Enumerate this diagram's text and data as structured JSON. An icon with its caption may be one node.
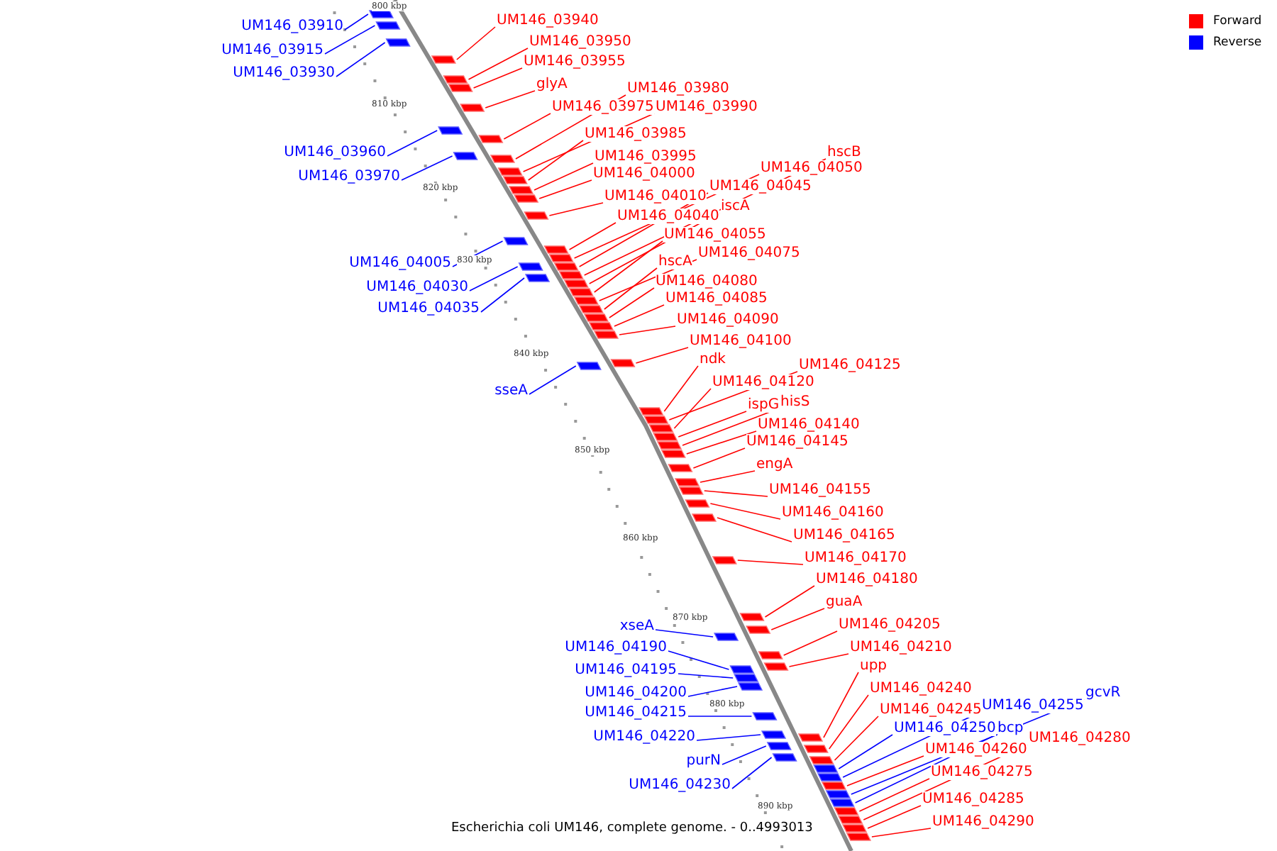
{
  "diagram": {
    "caption": "Escherichia coli UM146, complete genome. - 0..4993013",
    "nodes": [
      {
        "text": [
          "UM146_03940"
        ]
      },
      {
        "text": [
          "UM146_03950"
        ]
      },
      {
        "text": [
          "UM146_03955"
        ]
      },
      {
        "text": [
          "glyA"
        ]
      },
      {
        "text": [
          "UM146_03980"
        ]
      },
      {
        "text": [
          "UM146_03975"
        ]
      },
      {
        "text": [
          "UM146_03990"
        ]
      },
      {
        "text": [
          "UM146_03985"
        ]
      },
      {
        "text": [
          "UM146_03995"
        ]
      },
      {
        "text": [
          "UM146_04000"
        ]
      },
      {
        "text": [
          "UM146_04010"
        ]
      },
      {
        "text": [
          "UM146_04040"
        ]
      },
      {
        "text": [
          "UM146_04045"
        ]
      },
      {
        "text": [
          "hscB"
        ]
      },
      {
        "text": [
          "UM146_04050"
        ]
      },
      {
        "text": [
          "iscA"
        ]
      },
      {
        "text": [
          "UM146_04055"
        ]
      },
      {
        "text": [
          "UM146_04075"
        ]
      },
      {
        "text": [
          "hscA"
        ]
      },
      {
        "text": [
          "UM146_04080"
        ]
      },
      {
        "text": [
          "UM146_04085"
        ]
      },
      {
        "text": [
          "UM146_04090"
        ]
      },
      {
        "text": [
          "UM146_04100"
        ]
      },
      {
        "text": [
          "ndk"
        ]
      },
      {
        "text": [
          "UM146_04125"
        ]
      },
      {
        "text": [
          "UM146_04120"
        ]
      },
      {
        "text": [
          "ispG"
        ]
      },
      {
        "text": [
          "hisS"
        ]
      },
      {
        "text": [
          "UM146_04140"
        ]
      },
      {
        "text": [
          "UM146_04145"
        ]
      },
      {
        "text": [
          "engA"
        ]
      },
      {
        "text": [
          "UM146_04155"
        ]
      },
      {
        "text": [
          "UM146_04160"
        ]
      },
      {
        "text": [
          "UM146_04165"
        ]
      },
      {
        "text": [
          "UM146_04170"
        ]
      },
      {
        "text": [
          "UM146_04180"
        ]
      },
      {
        "text": [
          "guaA"
        ]
      },
      {
        "text": [
          "UM146_04205"
        ]
      },
      {
        "text": [
          "UM146_04210"
        ]
      },
      {
        "text": [
          "upp"
        ]
      },
      {
        "text": [
          "UM146_04240"
        ]
      },
      {
        "text": [
          "UM146_04245"
        ]
      },
      {
        "text": [
          "UM146_04260"
        ]
      },
      {
        "text": [
          "UM146_04275"
        ]
      },
      {
        "text": [
          "UM146_04280"
        ]
      },
      {
        "text": [
          "UM146_04285"
        ]
      },
      {
        "text": [
          "UM146_04290"
        ]
      },
      {
        "text": [
          "UM146_04255"
        ]
      },
      {
        "text": [
          "gcvR"
        ]
      },
      {
        "text": [
          "UM146_04250"
        ]
      },
      {
        "text": [
          "bcp"
        ]
      },
      {
        "text": [
          "UM146_03910"
        ]
      },
      {
        "text": [
          "UM146_03915"
        ]
      },
      {
        "text": [
          "UM146_03930"
        ]
      },
      {
        "text": [
          "UM146_03960"
        ]
      },
      {
        "text": [
          "UM146_03970"
        ]
      },
      {
        "text": [
          "UM146_04005"
        ]
      },
      {
        "text": [
          "UM146_04030"
        ]
      },
      {
        "text": [
          "UM146_04035"
        ]
      },
      {
        "text": [
          "sseA"
        ]
      },
      {
        "text": [
          "xseA"
        ]
      },
      {
        "text": [
          "UM146_04190"
        ]
      },
      {
        "text": [
          "UM146_04195"
        ]
      },
      {
        "text": [
          "UM146_04200"
        ]
      },
      {
        "text": [
          "UM146_04215"
        ]
      },
      {
        "text": [
          "UM146_04220"
        ]
      },
      {
        "text": [
          "purN"
        ]
      },
      {
        "text": [
          "UM146_04230"
        ]
      },
      {
        "text": [],
        "shape": "bar"
      },
      {
        "text": [],
        "shape": "bar"
      },
      {
        "text": [],
        "shape": "bar"
      },
      {
        "text": [],
        "shape": "bar"
      },
      {
        "text": [],
        "shape": "bar"
      },
      {
        "text": [],
        "shape": "bar"
      },
      {
        "text": [],
        "shape": "bar"
      },
      {
        "text": [],
        "shape": "bar"
      },
      {
        "text": [],
        "shape": "bar"
      },
      {
        "text": [],
        "shape": "bar"
      },
      {
        "text": [],
        "shape": "bar"
      },
      {
        "text": [],
        "shape": "bar"
      },
      {
        "text": [],
        "shape": "bar"
      },
      {
        "text": [],
        "shape": "bar"
      },
      {
        "text": [],
        "shape": "bar"
      },
      {
        "text": [],
        "shape": "bar"
      },
      {
        "text": [],
        "shape": "bar"
      },
      {
        "text": [],
        "shape": "bar"
      },
      {
        "text": [],
        "shape": "bar"
      },
      {
        "text": [],
        "shape": "bar"
      },
      {
        "text": [],
        "shape": "bar"
      },
      {
        "text": [],
        "shape": "bar"
      },
      {
        "text": [],
        "shape": "bar"
      },
      {
        "text": [],
        "shape": "bar"
      },
      {
        "text": [],
        "shape": "bar"
      },
      {
        "text": [],
        "shape": "bar"
      },
      {
        "text": [],
        "shape": "bar"
      },
      {
        "text": [],
        "shape": "bar"
      },
      {
        "text": [],
        "shape": "bar"
      },
      {
        "text": [],
        "shape": "bar"
      },
      {
        "text": [],
        "shape": "bar"
      },
      {
        "text": [],
        "shape": "bar"
      },
      {
        "text": [],
        "shape": "bar"
      },
      {
        "text": [],
        "shape": "bar"
      },
      {
        "text": [],
        "shape": "bar"
      },
      {
        "text": [],
        "shape": "bar"
      },
      {
        "text": [],
        "shape": "bar"
      },
      {
        "text": [],
        "shape": "bar"
      },
      {
        "text": [],
        "shape": "bar"
      },
      {
        "text": [],
        "shape": "bar"
      },
      {
        "text": [],
        "shape": "bar"
      },
      {
        "text": [],
        "shape": "bar"
      },
      {
        "text": [],
        "shape": "bar"
      },
      {
        "text": [],
        "shape": "bar"
      },
      {
        "text": [],
        "shape": "bar"
      },
      {
        "text": [],
        "shape": "bar"
      },
      {
        "text": [],
        "shape": "bar"
      },
      {
        "text": [],
        "shape": "bar"
      },
      {
        "text": [],
        "shape": "bar"
      },
      {
        "text": [],
        "shape": "bar"
      },
      {
        "text": [],
        "shape": "bar"
      },
      {
        "text": [],
        "shape": "bar"
      },
      {
        "text": [],
        "shape": "bar"
      },
      {
        "text": [],
        "shape": "bar"
      },
      {
        "text": [],
        "shape": "bar"
      },
      {
        "text": [],
        "shape": "bar"
      },
      {
        "text": [],
        "shape": "bar"
      },
      {
        "text": [],
        "shape": "bar"
      },
      {
        "text": [],
        "shape": "bar"
      },
      {
        "text": [],
        "shape": "bar"
      },
      {
        "text": [],
        "shape": "bar"
      },
      {
        "text": [],
        "shape": "bar"
      },
      {
        "text": [],
        "shape": "bar"
      },
      {
        "text": [],
        "shape": "bar"
      },
      {
        "text": [],
        "shape": "bar"
      },
      {
        "text": [],
        "shape": "bar"
      },
      {
        "text": [],
        "shape": "bar"
      },
      {
        "text": [],
        "shape": "bar"
      }
    ],
    "edges": [
      {
        "from": 0,
        "to": 68,
        "arrow": "none"
      },
      {
        "from": 1,
        "to": 69,
        "arrow": "none"
      },
      {
        "from": 2,
        "to": 70,
        "arrow": "none"
      },
      {
        "from": 3,
        "to": 71,
        "arrow": "none"
      },
      {
        "from": 4,
        "to": 72,
        "arrow": "none"
      },
      {
        "from": 5,
        "to": 73,
        "arrow": "none"
      },
      {
        "from": 6,
        "to": 74,
        "arrow": "none"
      },
      {
        "from": 7,
        "to": 75,
        "arrow": "none"
      },
      {
        "from": 8,
        "to": 76,
        "arrow": "none"
      },
      {
        "from": 9,
        "to": 77,
        "arrow": "none"
      },
      {
        "from": 10,
        "to": 78,
        "arrow": "none"
      },
      {
        "from": 11,
        "to": 79,
        "arrow": "none"
      },
      {
        "from": 12,
        "to": 80,
        "arrow": "none"
      },
      {
        "from": 13,
        "to": 81,
        "arrow": "none"
      },
      {
        "from": 14,
        "to": 82,
        "arrow": "none"
      },
      {
        "from": 15,
        "to": 83,
        "arrow": "none"
      },
      {
        "from": 16,
        "to": 84,
        "arrow": "none"
      },
      {
        "from": 17,
        "to": 85,
        "arrow": "none"
      },
      {
        "from": 18,
        "to": 86,
        "arrow": "none"
      },
      {
        "from": 19,
        "to": 87,
        "arrow": "none"
      },
      {
        "from": 20,
        "to": 88,
        "arrow": "none"
      },
      {
        "from": 21,
        "to": 89,
        "arrow": "none"
      },
      {
        "from": 22,
        "to": 90,
        "arrow": "none"
      },
      {
        "from": 23,
        "to": 91,
        "arrow": "none"
      },
      {
        "from": 24,
        "to": 92,
        "arrow": "none"
      },
      {
        "from": 25,
        "to": 93,
        "arrow": "none"
      },
      {
        "from": 26,
        "to": 94,
        "arrow": "none"
      },
      {
        "from": 27,
        "to": 95,
        "arrow": "none"
      },
      {
        "from": 28,
        "to": 96,
        "arrow": "none"
      },
      {
        "from": 29,
        "to": 97,
        "arrow": "none"
      },
      {
        "from": 30,
        "to": 98,
        "arrow": "none"
      },
      {
        "from": 31,
        "to": 99,
        "arrow": "none"
      },
      {
        "from": 32,
        "to": 100,
        "arrow": "none"
      },
      {
        "from": 33,
        "to": 101,
        "arrow": "none"
      },
      {
        "from": 34,
        "to": 102,
        "arrow": "none"
      },
      {
        "from": 35,
        "to": 103,
        "arrow": "none"
      },
      {
        "from": 36,
        "to": 104,
        "arrow": "none"
      },
      {
        "from": 37,
        "to": 105,
        "arrow": "none"
      },
      {
        "from": 38,
        "to": 106,
        "arrow": "none"
      },
      {
        "from": 39,
        "to": 107,
        "arrow": "none"
      },
      {
        "from": 40,
        "to": 108,
        "arrow": "none"
      },
      {
        "from": 41,
        "to": 109,
        "arrow": "none"
      },
      {
        "from": 42,
        "to": 110,
        "arrow": "none"
      },
      {
        "from": 43,
        "to": 111,
        "arrow": "none"
      },
      {
        "from": 44,
        "to": 112,
        "arrow": "none"
      },
      {
        "from": 45,
        "to": 113,
        "arrow": "none"
      },
      {
        "from": 46,
        "to": 114,
        "arrow": "none"
      },
      {
        "from": 47,
        "to": 115,
        "arrow": "none",
        "color": "#0000ff"
      },
      {
        "from": 48,
        "to": 116,
        "arrow": "none",
        "color": "#0000ff"
      },
      {
        "from": 49,
        "to": 117,
        "arrow": "none",
        "color": "#0000ff"
      },
      {
        "from": 50,
        "to": 118,
        "arrow": "none",
        "color": "#0000ff"
      },
      {
        "from": 51,
        "to": 119,
        "arrow": "none",
        "color": "#0000ff"
      },
      {
        "from": 52,
        "to": 120,
        "arrow": "none",
        "color": "#0000ff"
      },
      {
        "from": 53,
        "to": 121,
        "arrow": "none",
        "color": "#0000ff"
      },
      {
        "from": 54,
        "to": 122,
        "arrow": "none",
        "color": "#0000ff"
      },
      {
        "from": 55,
        "to": 123,
        "arrow": "none",
        "color": "#0000ff"
      },
      {
        "from": 56,
        "to": 124,
        "arrow": "none",
        "color": "#0000ff"
      },
      {
        "from": 57,
        "to": 125,
        "arrow": "none",
        "color": "#0000ff"
      },
      {
        "from": 58,
        "to": 126,
        "arrow": "none",
        "color": "#0000ff"
      },
      {
        "from": 59,
        "to": 127,
        "arrow": "none",
        "color": "#0000ff"
      },
      {
        "from": 60,
        "to": 128,
        "arrow": "none",
        "color": "#0000ff"
      },
      {
        "from": 61,
        "to": 129,
        "arrow": "none",
        "color": "#0000ff"
      },
      {
        "from": 62,
        "to": 130,
        "arrow": "none",
        "color": "#0000ff"
      },
      {
        "from": 63,
        "to": 131,
        "arrow": "none",
        "color": "#0000ff"
      },
      {
        "from": 64,
        "to": 132,
        "arrow": "none",
        "color": "#0000ff"
      },
      {
        "from": 65,
        "to": 133,
        "arrow": "none",
        "color": "#0000ff"
      },
      {
        "from": 66,
        "to": 134,
        "arrow": "none",
        "color": "#0000ff"
      },
      {
        "from": 67,
        "to": 135,
        "arrow": "none",
        "color": "#0000ff"
      }
    ],
    "labels": [
      "800 kbp",
      "810 kbp",
      "820 kbp",
      "830 kbp",
      "840 kbp",
      "850 kbp",
      "860 kbp",
      "870 kbp",
      "880 kbp",
      "890 kbp"
    ],
    "legend": [
      {
        "text": "Forward",
        "color": "#ff0000"
      },
      {
        "text": "Reverse",
        "color": "#0000ff"
      }
    ]
  }
}
